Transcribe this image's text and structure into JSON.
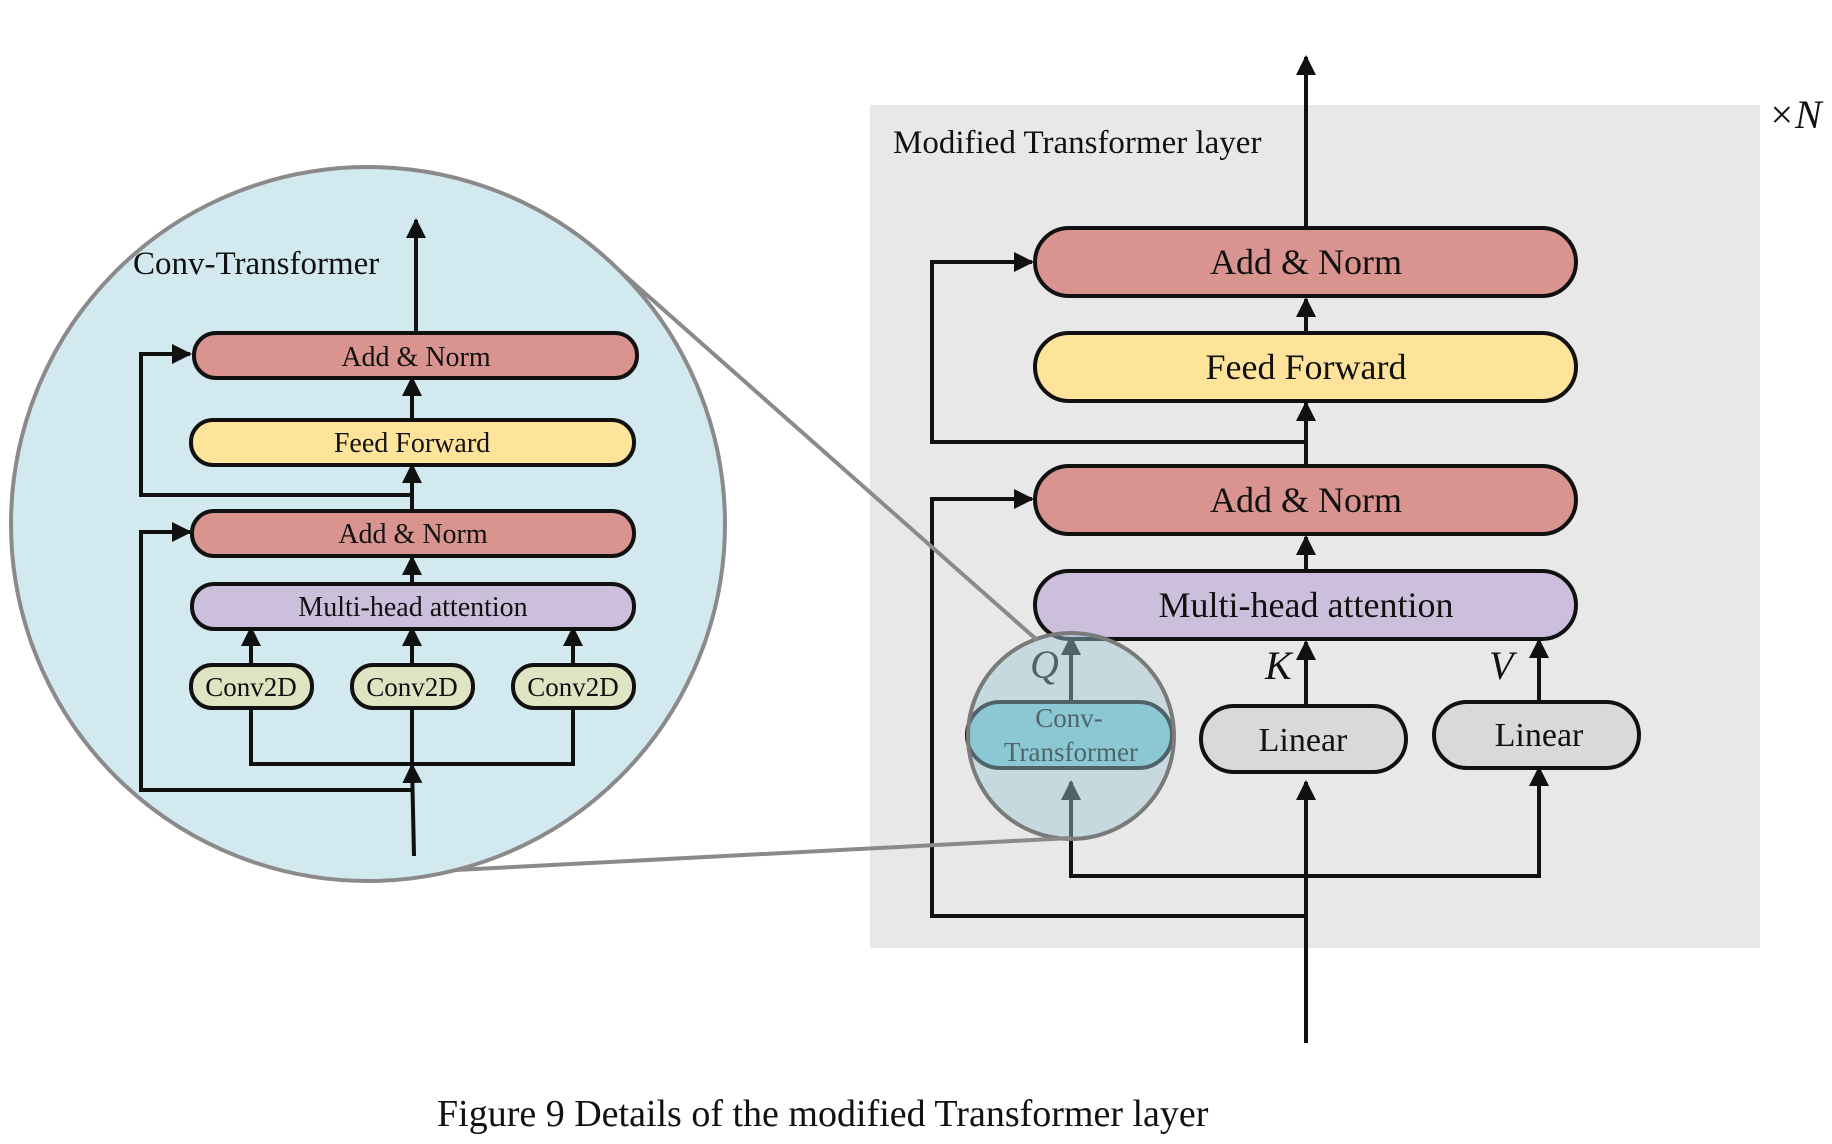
{
  "caption": "Figure 9 Details of the modified Transformer layer",
  "right": {
    "title": "Modified Transformer layer",
    "repeat": "×N",
    "add_norm_top": "Add & Norm",
    "feed_forward": "Feed Forward",
    "add_norm_mid": "Add & Norm",
    "mha": "Multi-head attention",
    "q": "Q",
    "k": "K",
    "v": "V",
    "conv_transformer_1": "Conv-",
    "conv_transformer_2": "Transformer",
    "linear_k": "Linear",
    "linear_v": "Linear"
  },
  "zoom": {
    "title": "Conv-Transformer",
    "add_norm_top": "Add & Norm",
    "feed_forward": "Feed Forward",
    "add_norm_mid": "Add & Norm",
    "mha": "Multi-head attention",
    "conv1": "Conv2D",
    "conv2": "Conv2D",
    "conv3": "Conv2D"
  },
  "colors": {
    "add_norm": "#d9948f",
    "feed_forward": "#fde49a",
    "mha": "#cbbfdc",
    "linear": "#d9d9d9",
    "conv2d": "#dfe5c2",
    "conv_transformer": "#7ec8d6",
    "zoom_circle": "#d2e9ef",
    "layer_bg": "#e8e8e8"
  }
}
